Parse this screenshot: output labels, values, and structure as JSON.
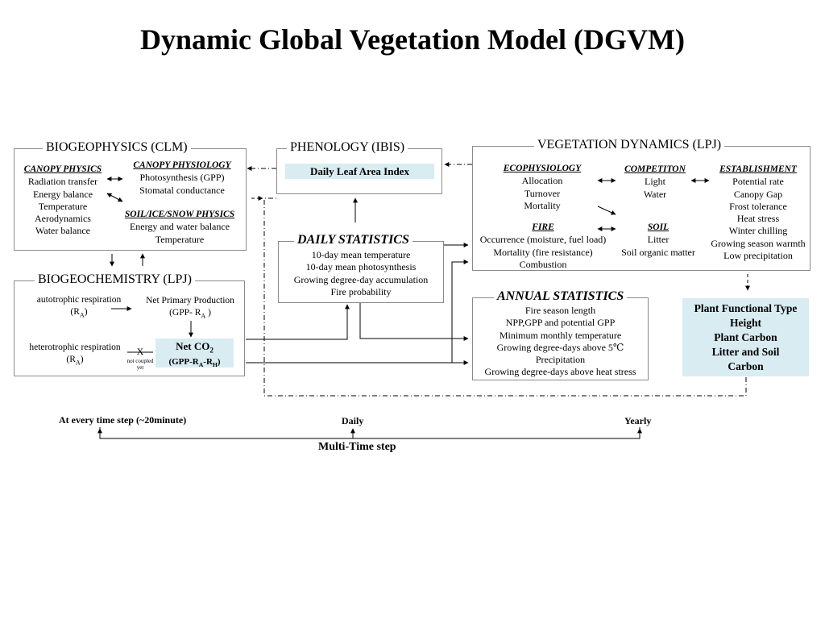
{
  "title": "Dynamic Global Vegetation Model (DGVM)",
  "biogeophysics": {
    "title": "BIOGEOPHYSICS (CLM)",
    "canopy_physics": {
      "heading": "CANOPY PHYSICS",
      "items": [
        "Radiation transfer",
        "Energy balance",
        "Temperature",
        "Aerodynamics",
        "Water balance"
      ]
    },
    "canopy_physiology": {
      "heading": "CANOPY PHYSIOLOGY",
      "items": [
        "Photosynthesis (GPP)",
        "Stomatal conductance"
      ]
    },
    "soil_ice_snow": {
      "heading": "SOIL/ICE/SNOW PHYSICS",
      "items": [
        "Energy and water balance",
        "Temperature"
      ]
    }
  },
  "phenology": {
    "title": "PHENOLOGY (IBIS)",
    "highlight": "Daily Leaf Area Index"
  },
  "vegetation_dynamics": {
    "title": "VEGETATION DYNAMICS (LPJ)",
    "ecophysiology": {
      "heading": "ECOPHYSIOLOGY",
      "items": [
        "Allocation",
        "Turnover",
        "Mortality"
      ]
    },
    "competition": {
      "heading": "COMPETITON",
      "items": [
        "Light",
        "Water"
      ]
    },
    "establishment": {
      "heading": "ESTABLISHMENT",
      "items": [
        "Potential rate",
        "Canopy Gap",
        "Frost tolerance",
        "Heat stress",
        "Winter chilling",
        "Growing season warmth",
        "Low precipitation"
      ]
    },
    "fire": {
      "heading": "FIRE",
      "items": [
        "Occurrence (moisture, fuel load)",
        "Mortality (fire resistance)",
        "Combustion"
      ]
    },
    "soil": {
      "heading": "SOIL",
      "items": [
        "Litter",
        "Soil organic matter"
      ]
    }
  },
  "biogeochemistry": {
    "title": "BIOGEOCHEMISTRY (LPJ)",
    "autotrophic": {
      "line1": "autotrophic respiration",
      "line2_pre": "(R",
      "line2_sub": "A",
      "line2_post": ")"
    },
    "npp": {
      "line1": "Net Primary Production",
      "line2_pre": "(GPP- R",
      "line2_sub": "A",
      "line2_post": " )"
    },
    "heterotrophic": {
      "line1": "heterotrophic respiration",
      "line2_pre": "(R",
      "line2_sub": "A",
      "line2_post": ")"
    },
    "not_coupled": {
      "line1": "not coupled",
      "line2": "yet",
      "mark": "X"
    },
    "net_co2": {
      "line1_pre": "Net CO",
      "line1_sub": "2",
      "line2_a": "(GPP-R",
      "line2_sub1": "A",
      "line2_b": "-R",
      "line2_sub2": "H",
      "line2_c": ")"
    }
  },
  "daily_statistics": {
    "title": "DAILY STATISTICS",
    "items": [
      "10-day mean temperature",
      "10-day mean photosynthesis",
      "Growing degree-day accumulation",
      "Fire probability"
    ]
  },
  "annual_statistics": {
    "title": "ANNUAL STATISTICS",
    "items": [
      "Fire season length",
      "NPP,GPP and potential GPP",
      "Minimum monthly temperature",
      "Growing degree-days above 5℃",
      "Precipitation",
      "Growing degree-days above heat stress"
    ]
  },
  "pft_box": {
    "items": [
      "Plant Functional Type",
      "Height",
      "Plant Carbon",
      "Litter and Soil",
      "Carbon"
    ]
  },
  "timeline": {
    "left": "At every time step (~20minute)",
    "middle": "Daily",
    "right": "Yearly",
    "bottom": "Multi-Time step"
  },
  "colors": {
    "highlight": "#d9ecf2",
    "border": "#8a8a8a"
  }
}
